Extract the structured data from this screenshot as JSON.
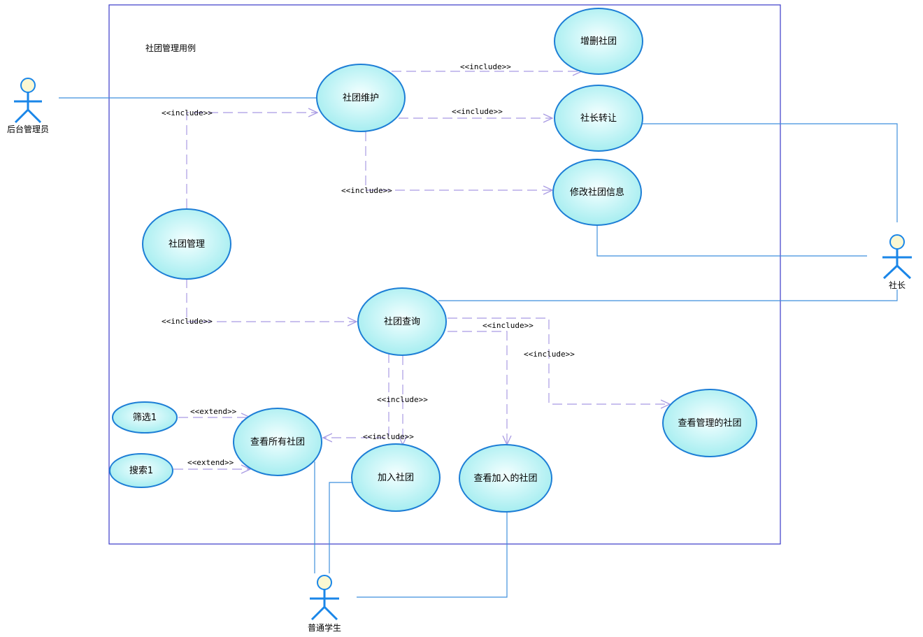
{
  "diagram": {
    "title": "社团管理用例",
    "actors": {
      "admin": "后台管理员",
      "president": "社长",
      "student": "普通学生"
    },
    "use_cases": {
      "maintain": "社团维护",
      "add_delete": "增删社团",
      "transfer": "社长转让",
      "modify_info": "修改社团信息",
      "manage": "社团管理",
      "query": "社团查询",
      "filter": "筛选1",
      "search": "搜索1",
      "view_all": "查看所有社团",
      "join": "加入社团",
      "view_joined": "查看加入的社团",
      "view_managed": "查看管理的社团"
    },
    "stereotypes": {
      "include": "<<include>>",
      "extend": "<<extend>>"
    },
    "colors": {
      "boundary": "#3a3ac8",
      "usecase_stroke": "#1d7ed6",
      "usecase_fill_inner": "#f4ffff",
      "usecase_fill_outer": "#9fecef",
      "assoc_line": "#3f8fdd",
      "dashed_line": "#a99be3",
      "actor_stroke": "#1a86e8",
      "actor_head_fill": "#fbf8d2"
    }
  }
}
